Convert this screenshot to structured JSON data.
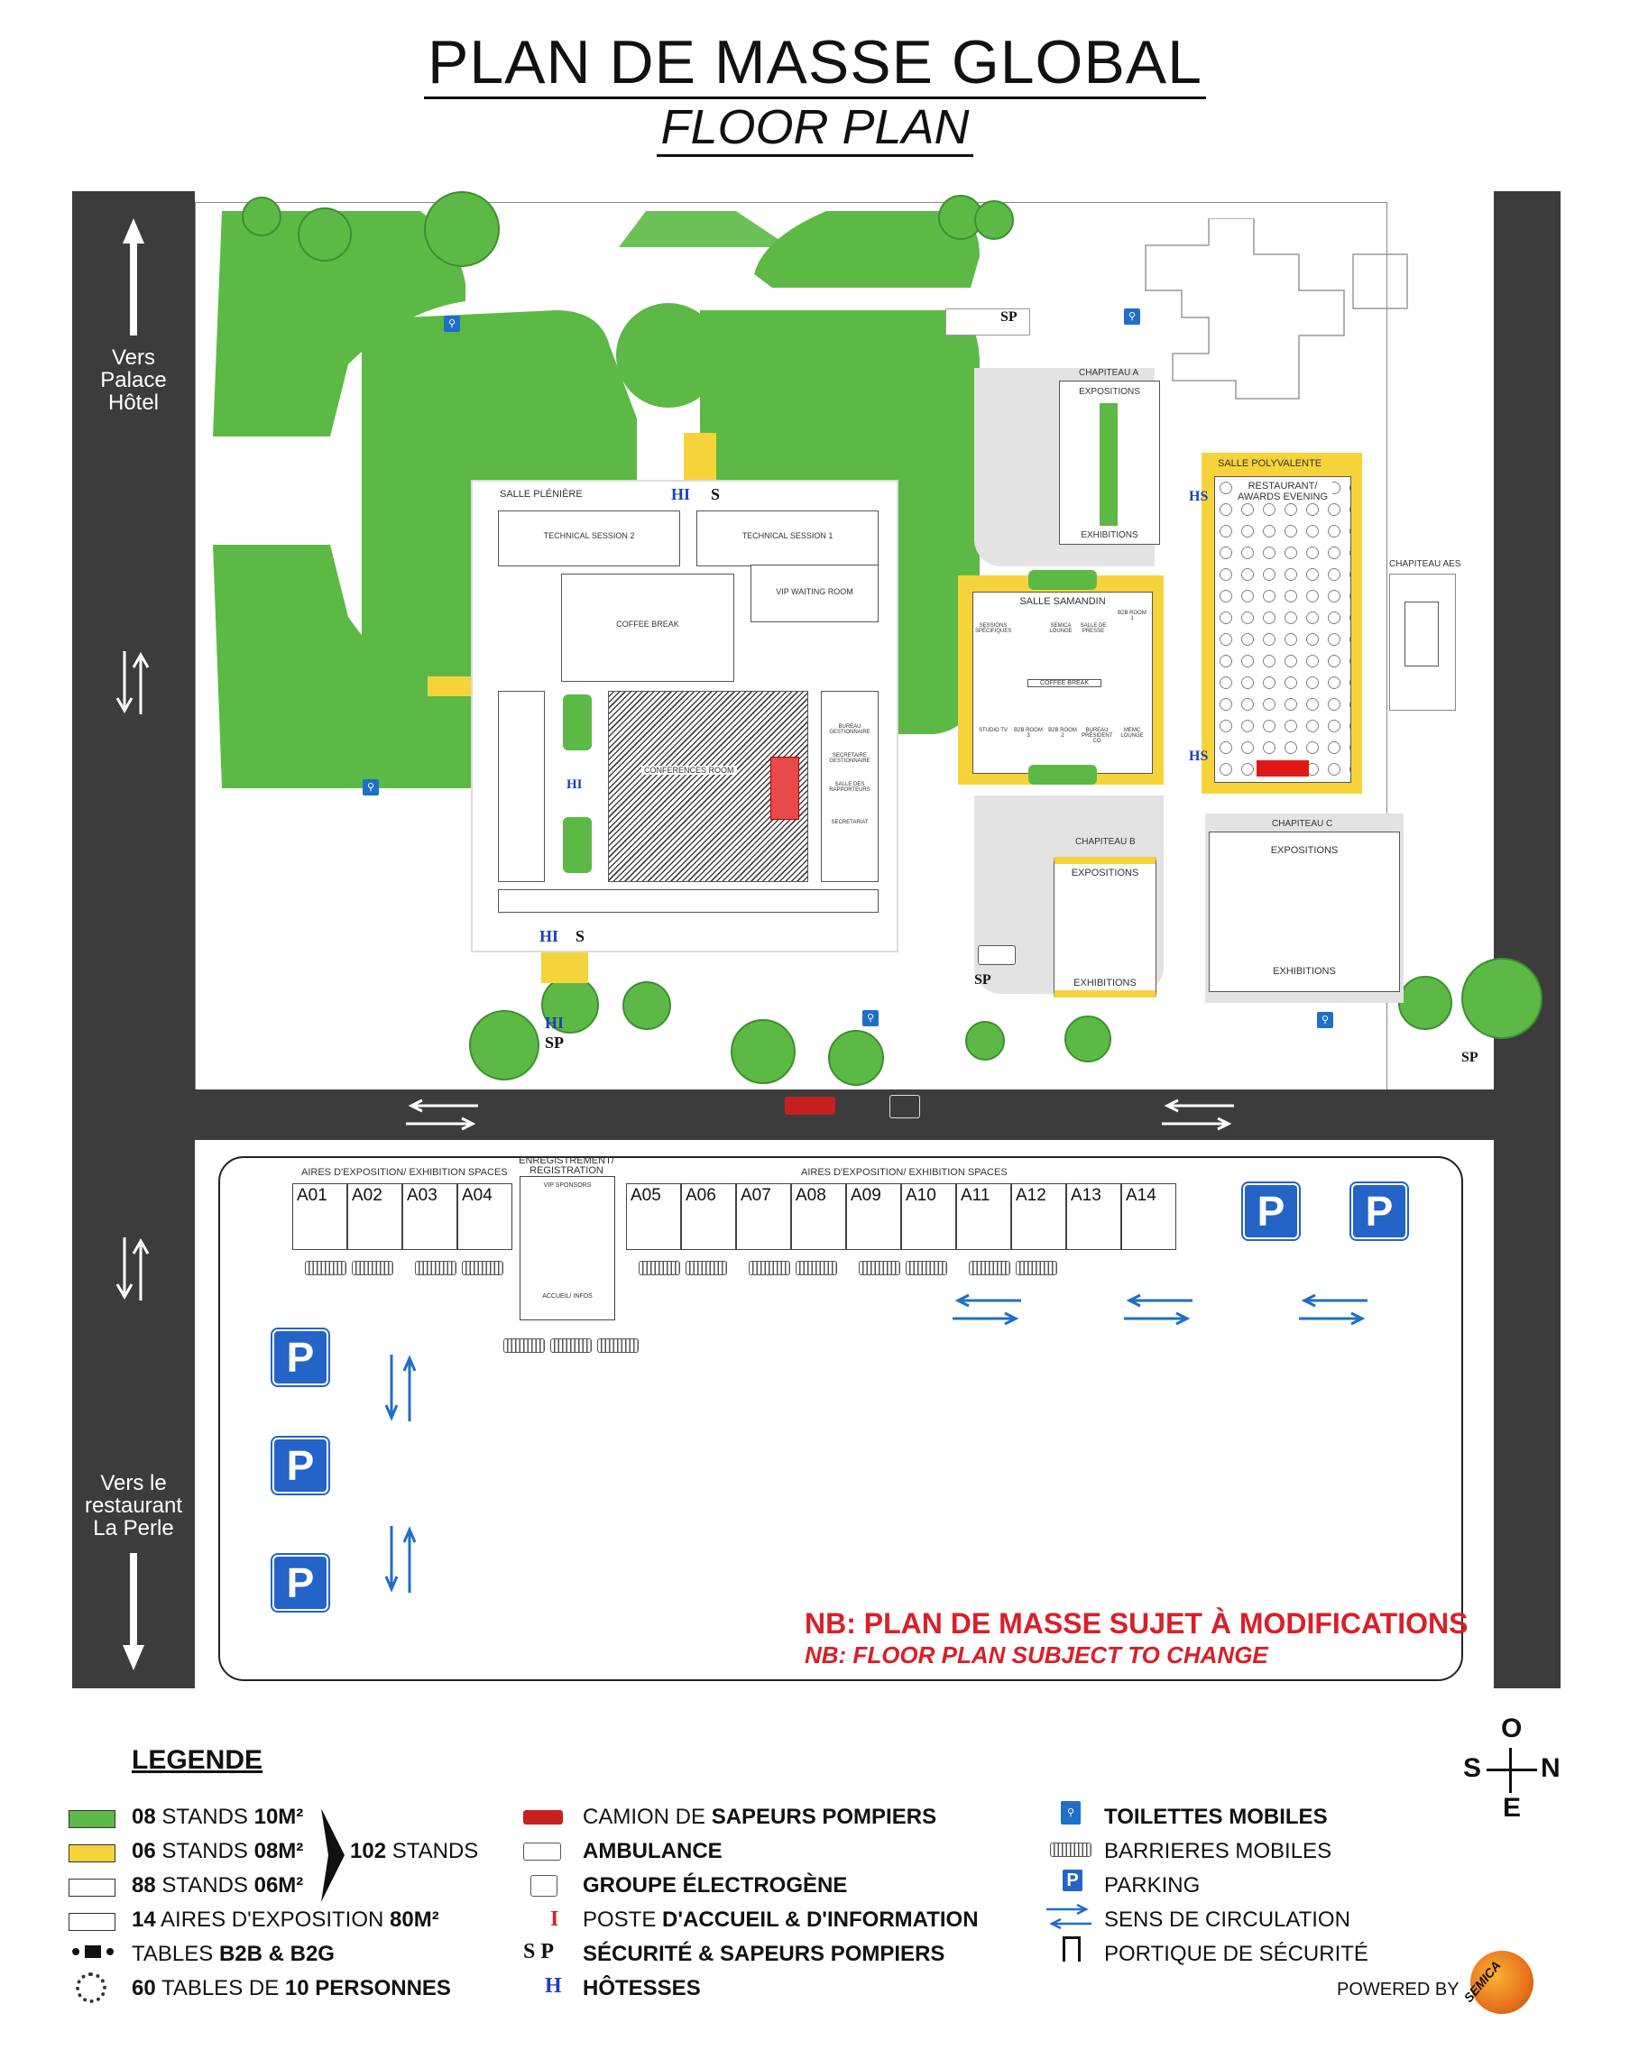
{
  "title": "PLAN DE MASSE GLOBAL",
  "subtitle": "FLOOR PLAN",
  "side_labels": {
    "top": "Vers Palace Hôtel",
    "bottom": "Vers le restaurant La Perle"
  },
  "buildings": {
    "salle_pleniere": "SALLE PLÉNIÈRE",
    "technical_session_2": "TECHNICAL SESSION 2",
    "technical_session_1": "TECHNICAL SESSION 1",
    "vip_waiting_room": "VIP WAITING ROOM",
    "coffee_break": "COFFEE BREAK",
    "conferences_room": "CONFERENCES ROOM",
    "bureau_gestionnaire": "BUREAU GESTIONNAIRE",
    "secretaire_gestionnaire": "SECRETAIRE GESTIONNAIRE",
    "salle_rapporteurs": "SALLE DES RAPPORTEURS",
    "secretariat": "SECRETARIAT",
    "chapiteau_a": "CHAPITEAU A",
    "chapiteau_b": "CHAPITEAU B",
    "chapiteau_c": "CHAPITEAU C",
    "chapiteau_aes": "CHAPITEAU AES",
    "expositions": "EXPOSITIONS",
    "exhibitions": "EXHIBITIONS",
    "salle_polyvalente": "SALLE POLYVALENTE",
    "restaurant": "RESTAURANT/ AWARDS EVENING",
    "salle_samandin": "SALLE SAMANDIN",
    "sessions_specifiques": "SESSIONS SPÉCIFIQUES",
    "studio_tv": "STUDIO TV",
    "b2b_room_1": "B2B ROOM 1",
    "b2b_room_2": "B2B ROOM 2",
    "b2b_room_3": "B2B ROOM 3",
    "semica_lounge": "SEMICA LOUNGE",
    "salle_presse": "SALLE DE PRESSE",
    "bureau_president": "BUREAU PRÉSIDENT CO",
    "memc_lounge": "MEMC LOUNGE",
    "coffee_break_2": "COFFEE BREAK"
  },
  "marks": {
    "hi": "HI",
    "s": "S",
    "h": "H",
    "hs": "HS",
    "sp": "SP"
  },
  "exhibition": {
    "left_label": "AIRES D'EXPOSITION/ EXHIBITION SPACES",
    "right_label": "AIRES D'EXPOSITION/ EXHIBITION SPACES",
    "registration": "ENREGISTREMENT/ REGISTRATION",
    "vip_sponsors": "VIP SPONSORS",
    "accueil": "ACCUEIL/ INFOS",
    "stands_left": [
      "A01",
      "A02",
      "A03",
      "A04"
    ],
    "stands_right": [
      "A05",
      "A06",
      "A07",
      "A08",
      "A09",
      "A10",
      "A11",
      "A12",
      "A13",
      "A14"
    ]
  },
  "parking_letter": "P",
  "nb": {
    "line1": "NB: PLAN DE MASSE SUJET À MODIFICATIONS",
    "line2": "NB: FLOOR PLAN SUBJECT TO CHANGE"
  },
  "compass": {
    "o": "O",
    "s": "S",
    "n": "N",
    "e": "E"
  },
  "legend": {
    "title": "LEGENDE",
    "col1": [
      {
        "pre": "08",
        "mid": " STANDS ",
        "bold": "10M²"
      },
      {
        "pre": "06",
        "mid": " STANDS ",
        "bold": "08M²"
      },
      {
        "pre": "88",
        "mid": " STANDS ",
        "bold": "06M²"
      },
      {
        "pre": "14",
        "mid": " AIRES D'EXPOSITION ",
        "bold": "80M²"
      },
      {
        "pre": "",
        "mid": "TABLES ",
        "bold": "B2B & B2G"
      },
      {
        "pre": "60",
        "mid": " TABLES DE ",
        "bold": "10 PERSONNES"
      }
    ],
    "total_pre": "102",
    "total_post": " STANDS",
    "col2": [
      {
        "pre": "CAMION DE ",
        "bold": "SAPEURS POMPIERS"
      },
      {
        "pre": "",
        "bold": "AMBULANCE"
      },
      {
        "pre": "",
        "bold": "GROUPE ÉLECTROGÈNE"
      },
      {
        "pre": "POSTE ",
        "bold": "D'ACCUEIL & D'INFORMATION"
      },
      {
        "pre": "",
        "bold": "SÉCURITÉ & SAPEURS POMPIERS"
      },
      {
        "pre": "",
        "bold": "HÔTESSES"
      }
    ],
    "col2_marks": {
      "i": "I",
      "sp": "S P",
      "h": "H"
    },
    "col3": [
      {
        "pre": "",
        "bold": "TOILETTES MOBILES"
      },
      {
        "pre": "BARRIERES MOBILES",
        "bold": ""
      },
      {
        "pre": "PARKING",
        "bold": ""
      },
      {
        "pre": "SENS DE CIRCULATION",
        "bold": ""
      },
      {
        "pre": "PORTIQUE DE SÉCURITÉ",
        "bold": ""
      }
    ],
    "powered_by": "POWERED BY",
    "logo_text": "SEMICA"
  },
  "colors": {
    "road": "#3c3c3c",
    "green": "#5cb946",
    "yellow": "#f6d33b",
    "blue": "#1f6fc8",
    "red": "#d8202a"
  }
}
